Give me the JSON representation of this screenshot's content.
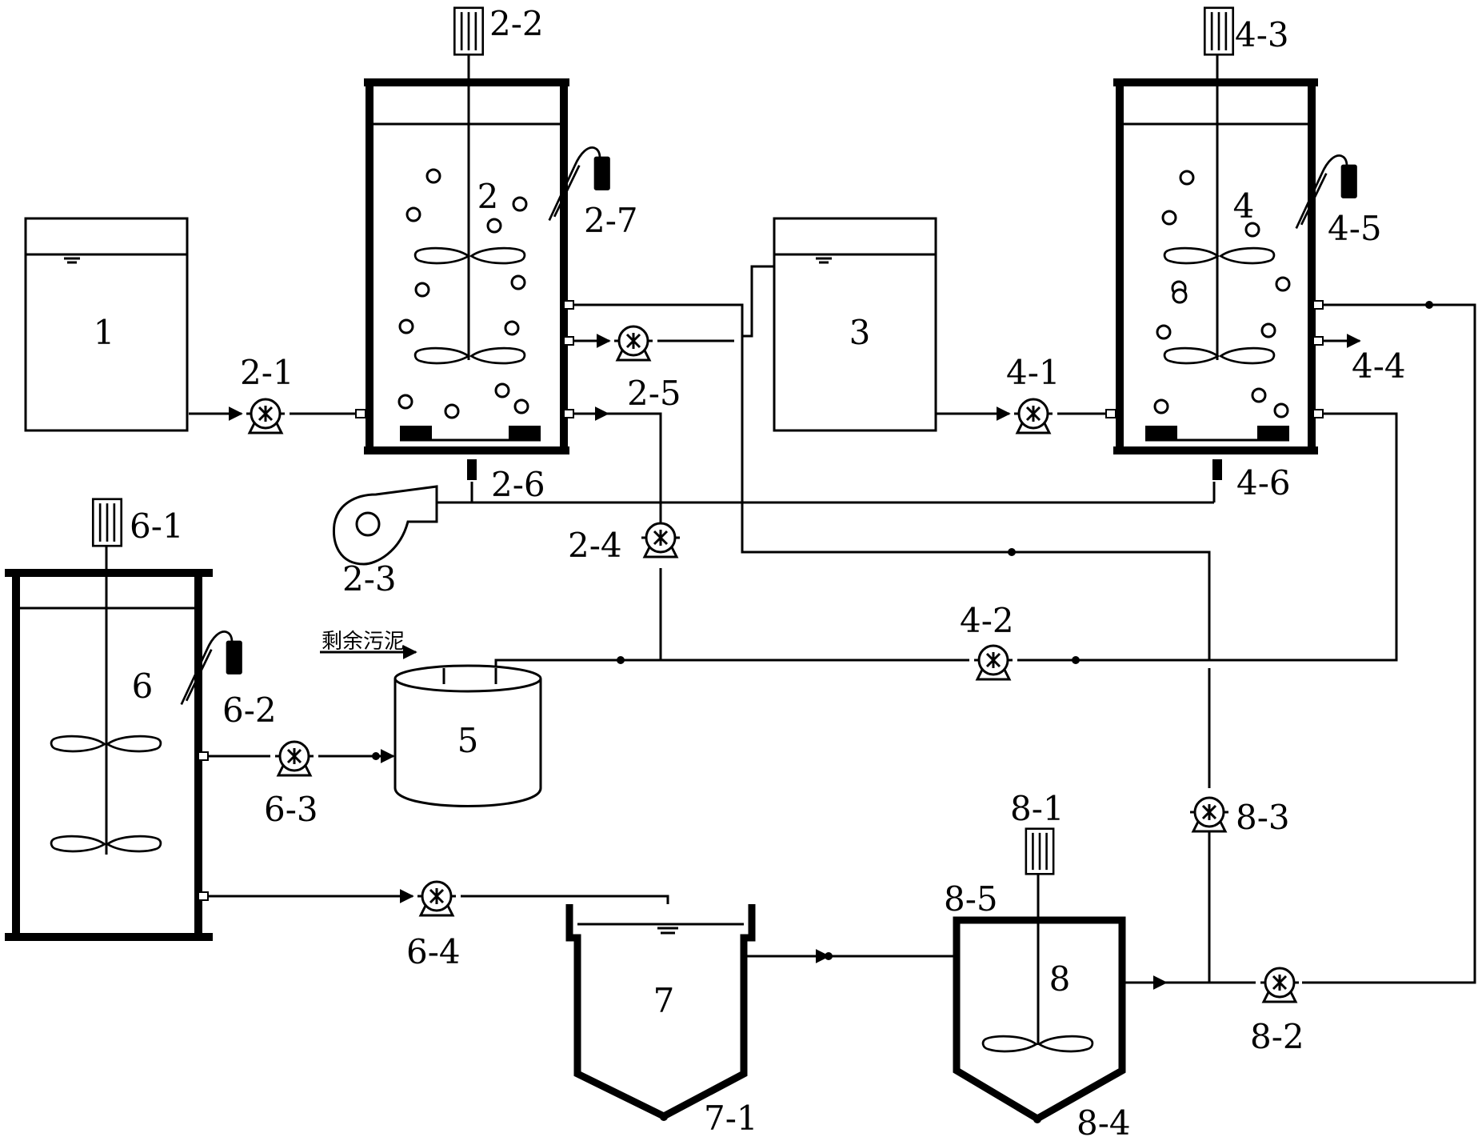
{
  "labels": {
    "tank1": "1",
    "reactor2": "2",
    "tank3": "3",
    "reactor4": "4",
    "tank5": "5",
    "reactor6": "6",
    "settler7": "7",
    "settler8": "8",
    "p2_1": "2-1",
    "p2_2": "2-2",
    "p2_3": "2-3",
    "p2_4": "2-4",
    "p2_5": "2-5",
    "p2_6": "2-6",
    "p2_7": "2-7",
    "p4_1": "4-1",
    "p4_2": "4-2",
    "p4_3": "4-3",
    "p4_4": "4-4",
    "p4_5": "4-5",
    "p4_6": "4-6",
    "p6_1": "6-1",
    "p6_2": "6-2",
    "p6_3": "6-3",
    "p6_4": "6-4",
    "p7_1": "7-1",
    "p8_1": "8-1",
    "p8_2": "8-2",
    "p8_3": "8-3",
    "p8_4": "8-4",
    "p8_5": "8-5",
    "excess_sludge": "剩余污泥"
  }
}
